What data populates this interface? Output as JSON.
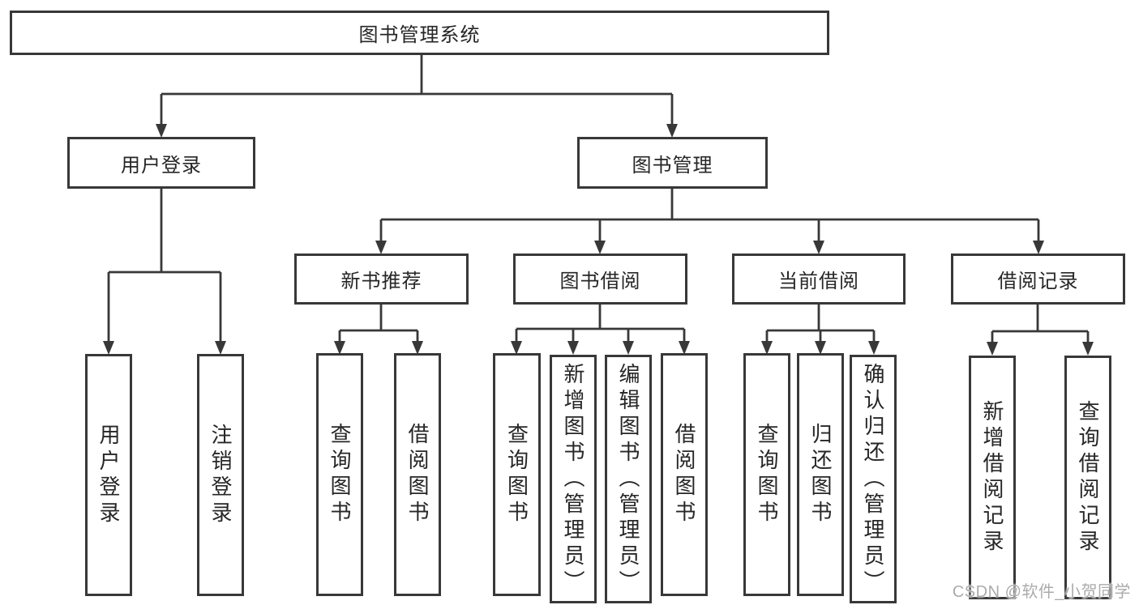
{
  "diagram": {
    "root": {
      "label": "图书管理系统"
    },
    "level2": [
      {
        "label": "用户登录"
      },
      {
        "label": "图书管理"
      }
    ],
    "level3": [
      {
        "label": "新书推荐"
      },
      {
        "label": "图书借阅"
      },
      {
        "label": "当前借阅"
      },
      {
        "label": "借阅记录"
      }
    ],
    "leaves": {
      "user_login": [
        "用户登录",
        "注销登录"
      ],
      "new_book": [
        "查询图书",
        "借阅图书"
      ],
      "book_borrow": [
        "查询图书",
        "新增图书（管理员）",
        "编辑图书（管理员）",
        "借阅图书"
      ],
      "current_borrow": [
        "查询图书",
        "归还图书",
        "确认归还（管理员）"
      ],
      "borrow_records": [
        "新增借阅记录",
        "查询借阅记录"
      ]
    }
  },
  "watermark": {
    "text": "CSDN @软件_小贺同学"
  },
  "colors": {
    "background": "#ffffff",
    "line": "#383838",
    "box_border": "#383838",
    "text": "#262626",
    "watermark": "#ababab"
  }
}
